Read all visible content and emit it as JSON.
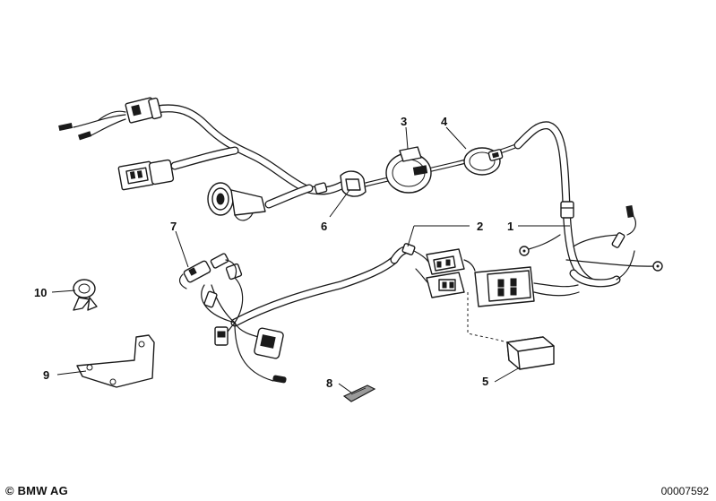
{
  "callouts": {
    "c1": "1",
    "c2": "2",
    "c3": "3",
    "c4": "4",
    "c5": "5",
    "c6": "6",
    "c7": "7",
    "c8": "8",
    "c9": "9",
    "c10": "10"
  },
  "footer": {
    "copyright": "© BMW AG",
    "diagram_number": "00007592"
  }
}
